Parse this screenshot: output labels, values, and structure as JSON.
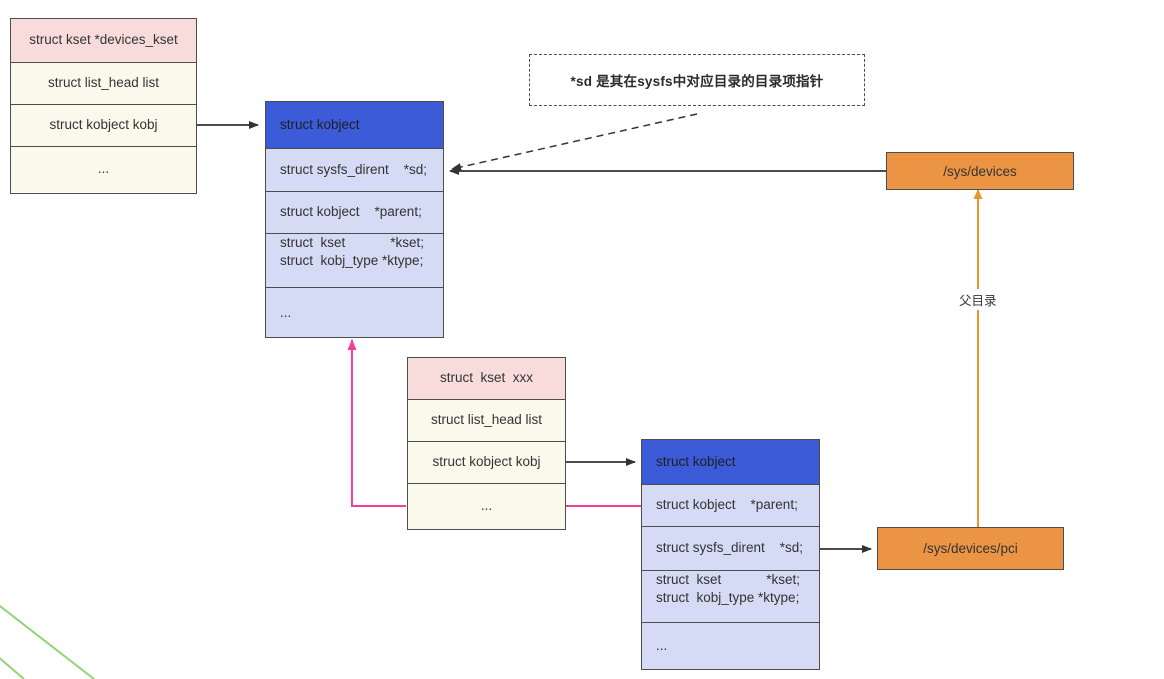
{
  "diagram": {
    "title": "linux kobject / kset / sysfs relationship",
    "colors": {
      "header_pink": "#f8dcdc",
      "body_cream": "#fbf8ec",
      "header_blue": "#3b5bd9",
      "body_lavender": "#d5daf5",
      "path_orange": "#eb9444",
      "stroke_dark": "#4d4d4d",
      "arrow_black": "#333333",
      "arrow_pink": "#f0409c",
      "arrow_orange": "#e8962f",
      "line_green": "#8fd673"
    },
    "nodes": {
      "devices_kset": {
        "name": "devices_kset",
        "rows": [
          "struct kset *devices_kset",
          "struct list_head list",
          "struct kobject kobj",
          "..."
        ]
      },
      "kobject_top": {
        "name": "kobject-top",
        "header": "struct kobject",
        "rows": [
          "struct sysfs_dirent    *sd;",
          "struct kobject    *parent;",
          [
            "struct  kset            *kset;",
            "struct  kobj_type *ktype;"
          ],
          "..."
        ]
      },
      "kset_xxx": {
        "name": "kset-xxx",
        "rows": [
          "struct  kset  xxx",
          "struct list_head list",
          "struct kobject kobj",
          "..."
        ]
      },
      "kobject_bottom": {
        "name": "kobject-bottom",
        "header": "struct kobject",
        "rows": [
          "struct kobject    *parent;",
          "struct sysfs_dirent    *sd;",
          [
            "struct  kset            *kset;",
            "struct  kobj_type *ktype;"
          ],
          "..."
        ]
      },
      "sys_devices": {
        "label": "/sys/devices"
      },
      "sys_devices_pci": {
        "label": "/sys/devices/pci"
      }
    },
    "annotations": {
      "sd_note": "*sd 是其在sysfs中对应目录的目录项指针",
      "parent_dir_label": "父目录"
    }
  }
}
